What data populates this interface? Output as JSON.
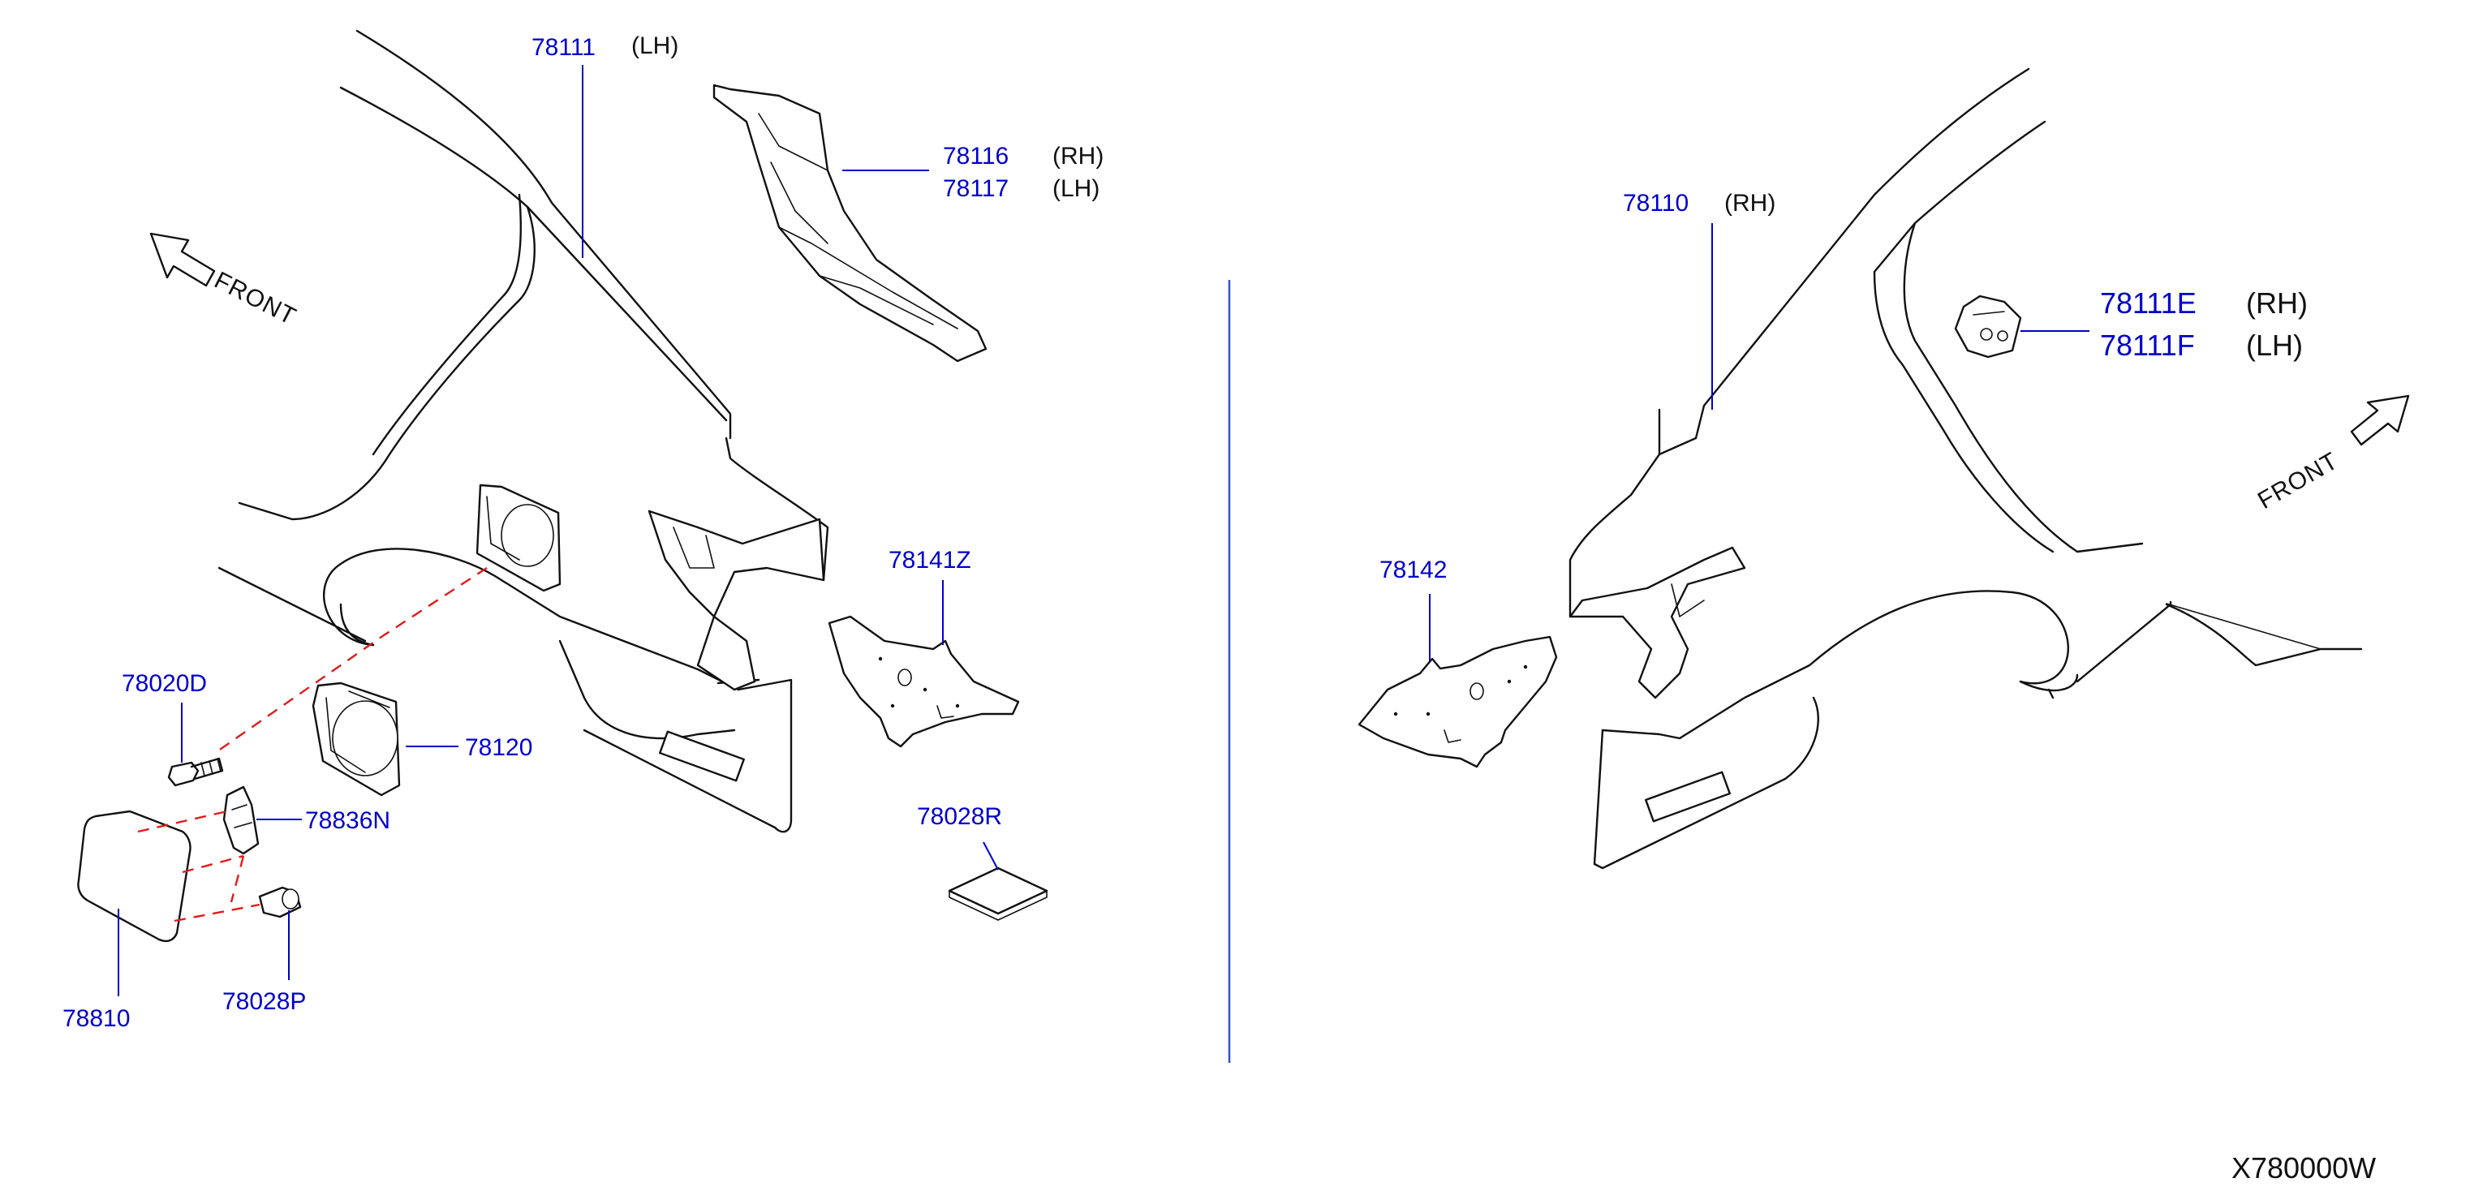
{
  "diagram_code": "X780000W",
  "colors": {
    "part_number": "#0000cc",
    "leader": "#0000cc",
    "dashed_link": "#e11b1b",
    "ink": "#111111",
    "divider": "#3355cc"
  },
  "front_label": "FRONT",
  "left_view": {
    "callouts": [
      {
        "id": "78111",
        "number": "78111",
        "side": "(LH)"
      },
      {
        "id": "78116",
        "number": "78116",
        "side": "(RH)"
      },
      {
        "id": "78117",
        "number": "78117",
        "side": "(LH)"
      },
      {
        "id": "78141Z",
        "number": "78141Z",
        "side": ""
      },
      {
        "id": "78020D",
        "number": "78020D",
        "side": ""
      },
      {
        "id": "78120",
        "number": "78120",
        "side": ""
      },
      {
        "id": "78836N",
        "number": "78836N",
        "side": ""
      },
      {
        "id": "78028R",
        "number": "78028R",
        "side": ""
      },
      {
        "id": "78810",
        "number": "78810",
        "side": ""
      },
      {
        "id": "78028P",
        "number": "78028P",
        "side": ""
      }
    ]
  },
  "right_view": {
    "callouts": [
      {
        "id": "78110",
        "number": "78110",
        "side": "(RH)"
      },
      {
        "id": "78111E",
        "number": "78111E",
        "side": "(RH)"
      },
      {
        "id": "78111F",
        "number": "78111F",
        "side": "(LH)"
      },
      {
        "id": "78142",
        "number": "78142",
        "side": ""
      }
    ]
  }
}
